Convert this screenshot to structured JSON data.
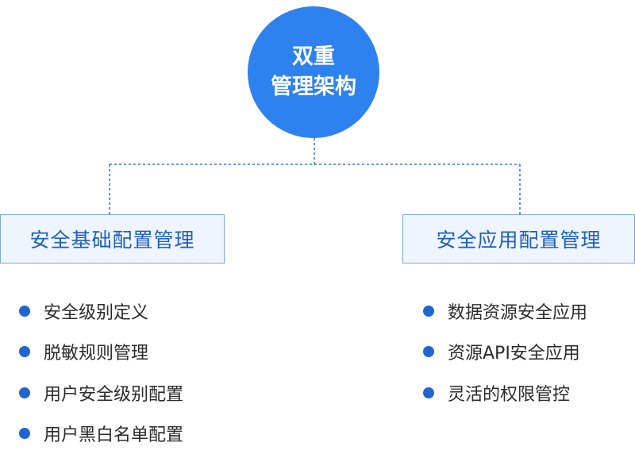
{
  "root": {
    "line1": "双重",
    "line2": "管理架构"
  },
  "colors": {
    "accent": "#2d82ef",
    "box_bg": "#eef5fe",
    "box_text": "#1f5fbf",
    "bullet": "#1f66d1"
  },
  "branches": [
    {
      "title": "安全基础配置管理",
      "items": [
        "安全级别定义",
        "脱敏规则管理",
        "用户安全级别配置",
        "用户黑白名单配置"
      ]
    },
    {
      "title": "安全应用配置管理",
      "items": [
        "数据资源安全应用",
        "资源API安全应用",
        "灵活的权限管控"
      ]
    }
  ]
}
